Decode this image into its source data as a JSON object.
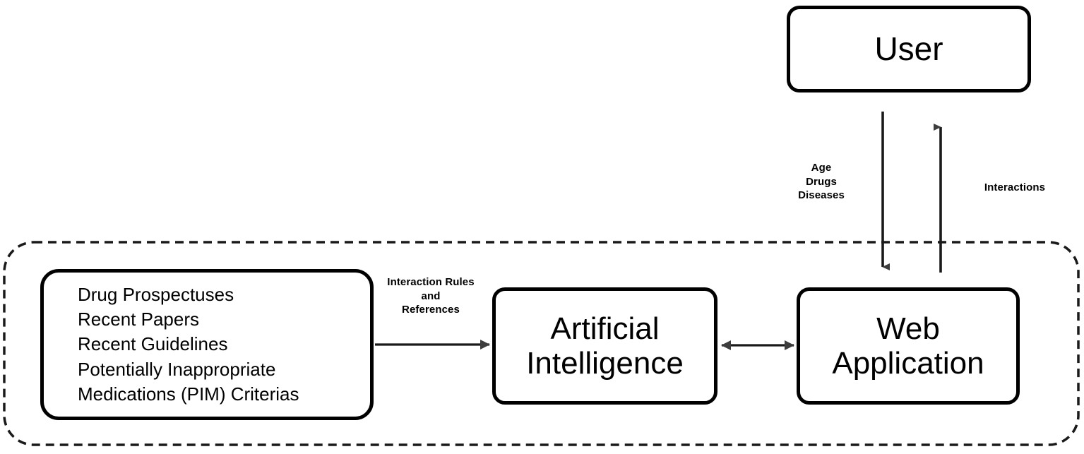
{
  "diagram": {
    "type": "system-architecture-flow",
    "background_color": "#ffffff",
    "stroke_color": "#000000",
    "arrow_color": "#3d3d3d",
    "nodes": {
      "user": {
        "label": "User",
        "shape": "rounded-rectangle"
      },
      "knowledge_base": {
        "shape": "rounded-rectangle",
        "lines": [
          "Drug Prospectuses",
          "Recent Papers",
          "Recent Guidelines",
          "Potentially Inappropriate",
          "Medications (PIM) Criterias"
        ]
      },
      "artificial_intelligence": {
        "shape": "rounded-rectangle",
        "line1": "Artificial",
        "line2": "Intelligence"
      },
      "web_application": {
        "shape": "rounded-rectangle",
        "line1": "Web",
        "line2": "Application"
      }
    },
    "boundary": {
      "style": "dashed",
      "label": ""
    },
    "edges": {
      "user_to_web": {
        "label_lines": [
          "Age",
          "Drugs",
          "Diseases"
        ],
        "direction": "down",
        "from": "user",
        "to": "web_application"
      },
      "web_to_user": {
        "label_lines": [
          "Interactions"
        ],
        "direction": "up",
        "from": "web_application",
        "to": "user"
      },
      "kb_to_ai": {
        "label_lines": [
          "Interaction Rules",
          "and",
          "References"
        ],
        "direction": "right",
        "from": "knowledge_base",
        "to": "artificial_intelligence"
      },
      "ai_to_web": {
        "label_lines": [],
        "direction": "bidirectional",
        "from": "artificial_intelligence",
        "to": "web_application"
      }
    }
  }
}
